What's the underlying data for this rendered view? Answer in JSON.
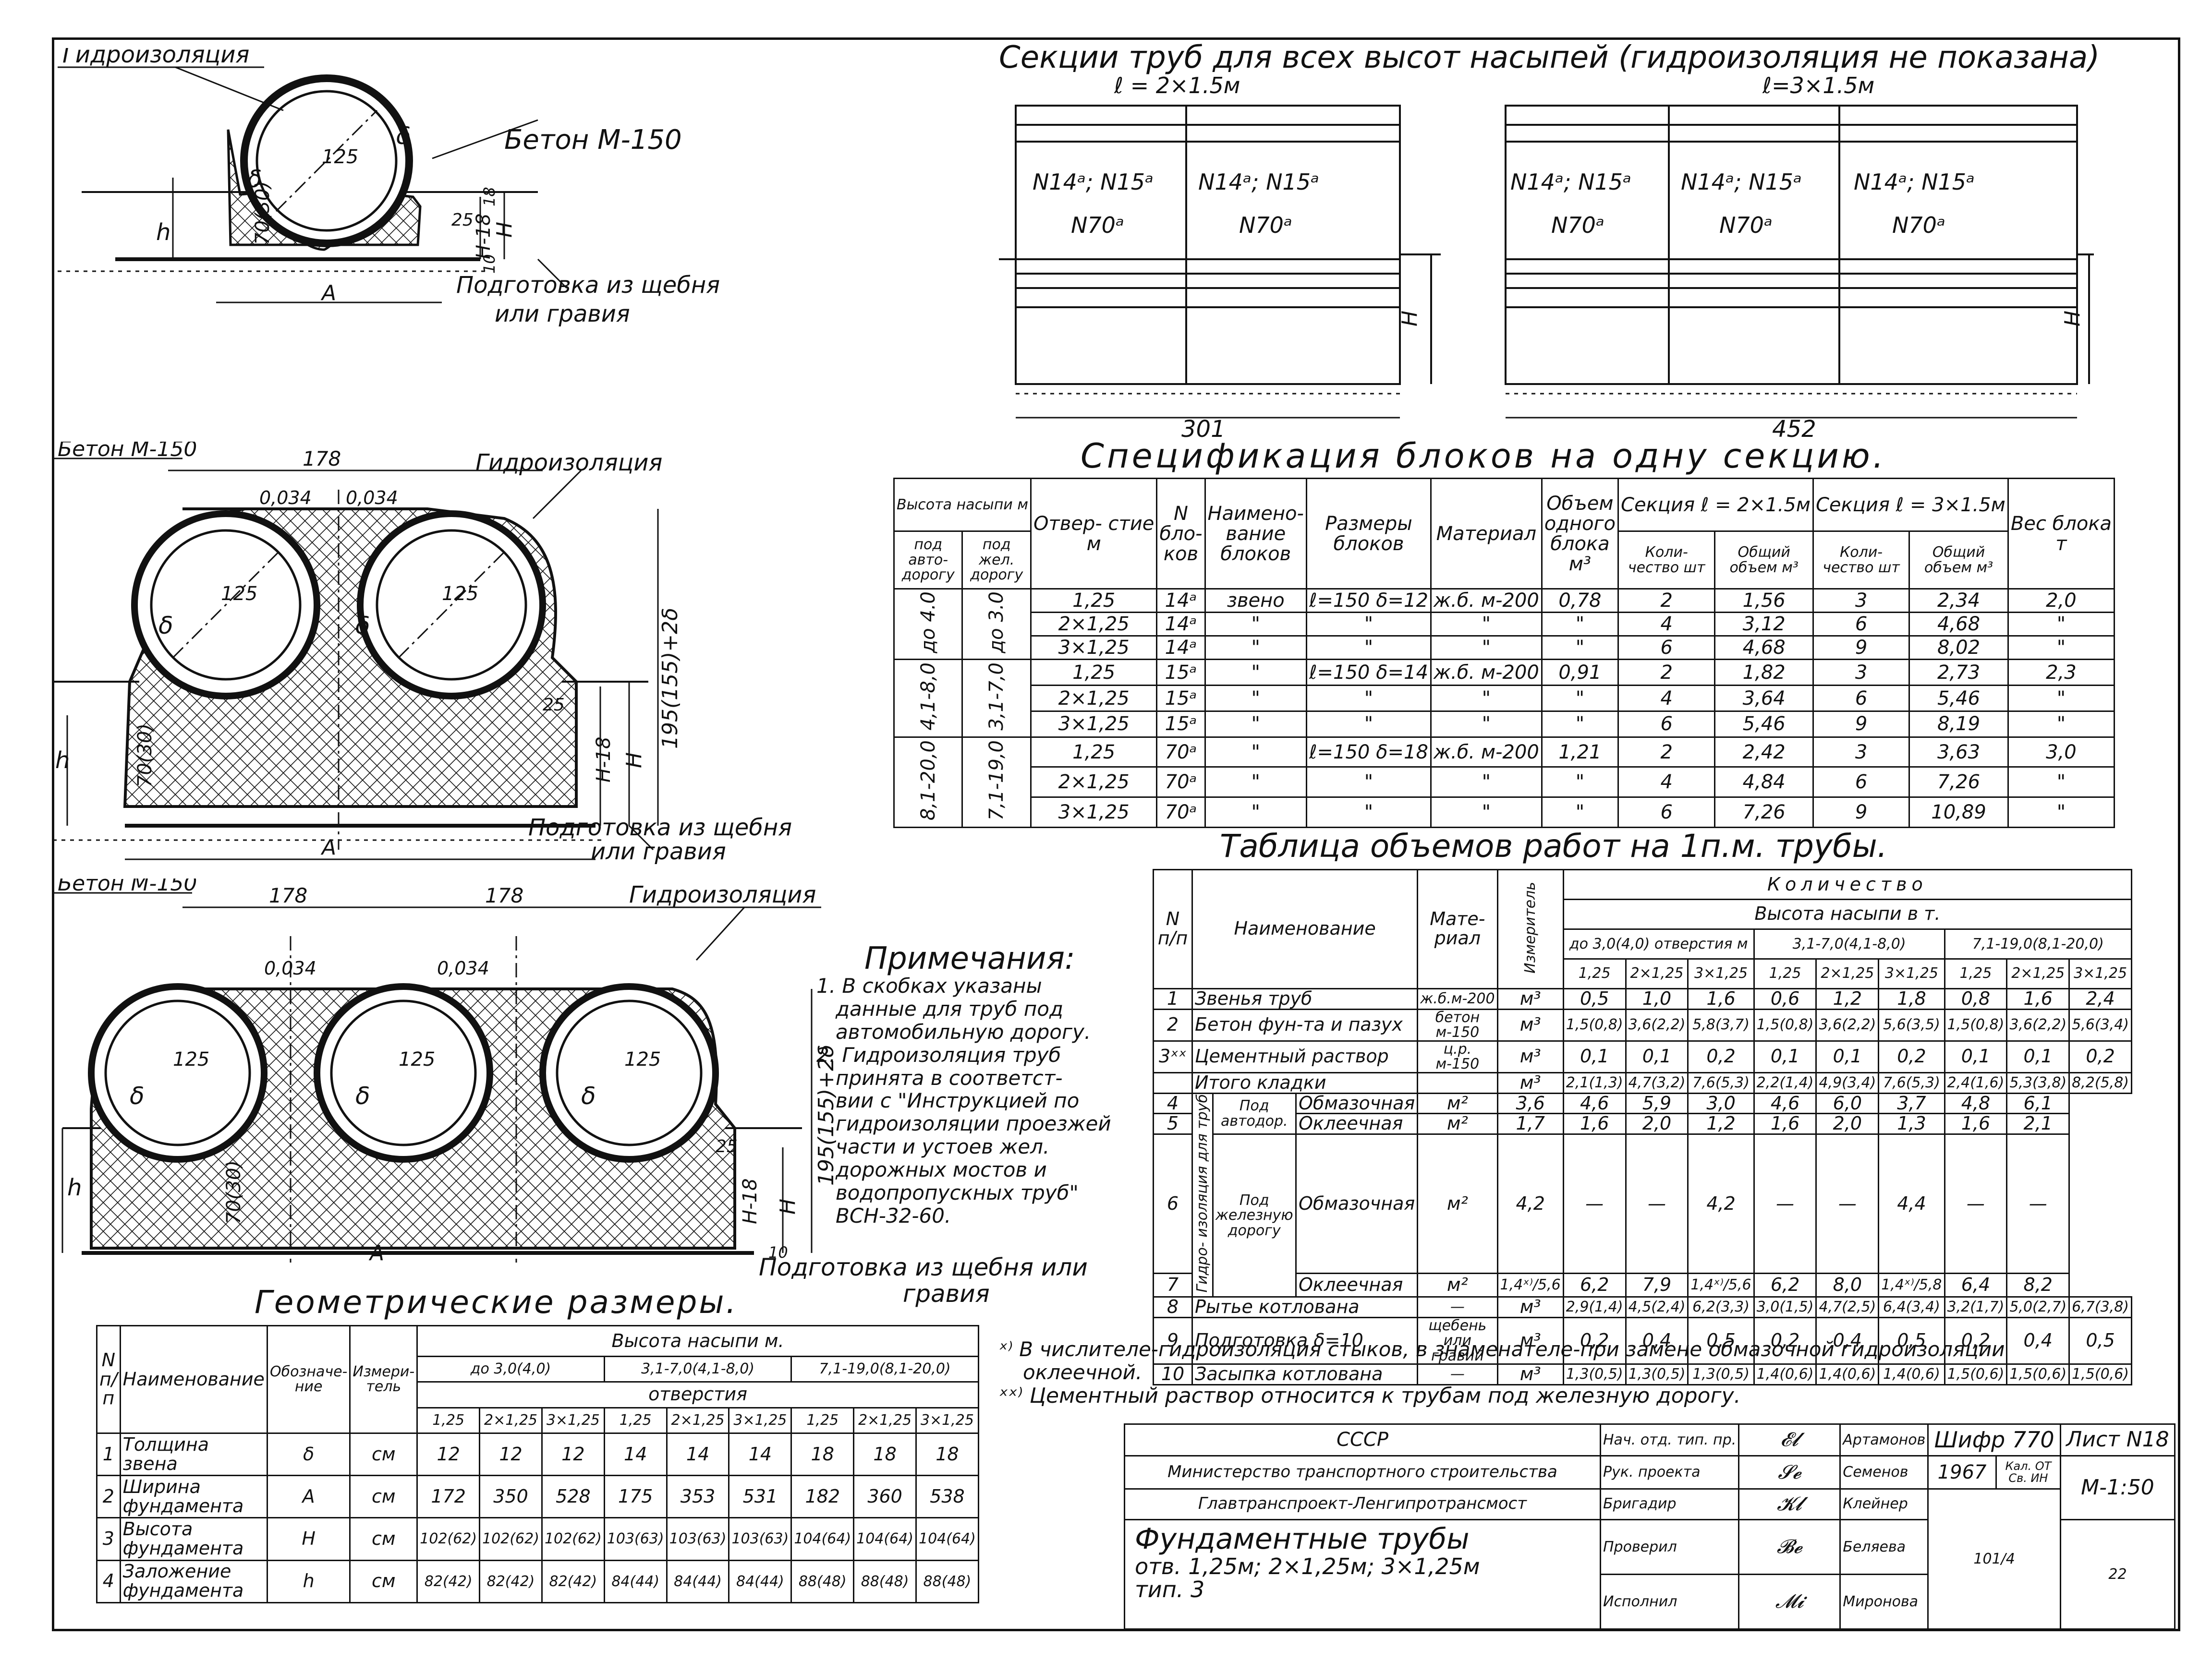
{
  "sections": {
    "title": "Секции труб для всех высот насыпей (гидроизоляция не показана)",
    "left": {
      "len": "ℓ = 2×1.5м",
      "c1a": "N14ᵃ; N15ᵃ",
      "c1b": "N70ᵃ",
      "c2a": "N14ᵃ; N15ᵃ",
      "c2b": "N70ᵃ",
      "width": "301",
      "h": "H"
    },
    "right": {
      "len": "ℓ=3×1.5м",
      "c1a": "N14ᵃ; N15ᵃ",
      "c1b": "N70ᵃ",
      "c2a": "N14ᵃ; N15ᵃ",
      "c2b": "N70ᵃ",
      "c3a": "N14ᵃ; N15ᵃ",
      "c3b": "N70ᵃ",
      "width": "452",
      "h": "H"
    }
  },
  "drawings": {
    "d1": {
      "hydro": "Гидроизоляция",
      "concrete": "Бетон М-150",
      "dia": "125",
      "delta": "δ",
      "d70": "70(30)",
      "h": "h",
      "H": "H",
      "H18": "H-18",
      "A": "A",
      "n25": "25",
      "n18": "18",
      "n10": "10",
      "prep1": "Подготовка из щебня",
      "prep2": "или гравия"
    },
    "d2": {
      "concrete": "Бетон М-150",
      "w178": "178",
      "hydro": "Гидроизоляция",
      "s1": "0,034",
      "s2": "0,034",
      "dia": "125",
      "delta": "δ",
      "vert": "195(155)+2δ",
      "d70": "70(30)",
      "h": "h",
      "H": "H",
      "H18": "H-18",
      "A": "A",
      "n25": "25",
      "prep1": "Подготовка из щебня",
      "prep2": "или гравия"
    },
    "d3": {
      "concrete": "Бетон М-150",
      "w1": "178",
      "w2": "178",
      "hydro": "Гидроизоляция",
      "s1": "0,034",
      "s2": "0,034",
      "dia": "125",
      "delta": "δ",
      "vert": "195(155)+2δ",
      "d70": "70(30)",
      "h": "h",
      "H": "H",
      "H18": "H-18",
      "A": "A",
      "n25": "25",
      "n10": "10",
      "prep1": "Подготовка из щебня или",
      "prep2": "гравия"
    }
  },
  "notes": {
    "title": "Примечания:",
    "lines": [
      "1. В скобках указаны",
      "данные для труб под",
      "автомобильную дорогу.",
      "2. Гидроизоляция труб",
      "принята в соответст-",
      "вии с \"Инструкцией по",
      "гидроизоляции проезжей",
      "части и устоев жел.",
      "дорожных мостов и",
      "водопропускных труб\"",
      "ВСН-32-60."
    ]
  },
  "spec": {
    "title": "Спецификация блоков на одну секцию.",
    "h": {
      "height": "Высота насыпи м",
      "auto": "под авто- дорогу",
      "rail": "под жел. дорогу",
      "hole": "Отвер- стие",
      "holeu": "м",
      "n": "N бло- ков",
      "name": "Наимено- вание блоков",
      "size": "Размеры блоков",
      "mat": "Материал",
      "vol": "Объем одного блока",
      "volu": "м³",
      "sec2": "Секция ℓ = 2×1.5м",
      "sec3": "Секция ℓ = 3×1.5м",
      "qty": "Коли- чество шт",
      "tot": "Общий объем м³",
      "w": "Вес блока",
      "wu": "т"
    },
    "groups": [
      {
        "auto": "до 4.0",
        "rail": "до 3.0",
        "rows": [
          [
            "1,25",
            "14ᵃ",
            "звено",
            "ℓ=150 δ=12",
            "ж.б. м-200",
            "0,78",
            "2",
            "1,56",
            "3",
            "2,34",
            "2,0"
          ],
          [
            "2×1,25",
            "14ᵃ",
            "\"",
            "\"",
            "\"",
            "\"",
            "4",
            "3,12",
            "6",
            "4,68",
            "\""
          ],
          [
            "3×1,25",
            "14ᵃ",
            "\"",
            "\"",
            "\"",
            "\"",
            "6",
            "4,68",
            "9",
            "8,02",
            "\""
          ]
        ]
      },
      {
        "auto": "4,1-8,0",
        "rail": "3,1-7,0",
        "rows": [
          [
            "1,25",
            "15ᵃ",
            "\"",
            "ℓ=150 δ=14",
            "ж.б. м-200",
            "0,91",
            "2",
            "1,82",
            "3",
            "2,73",
            "2,3"
          ],
          [
            "2×1,25",
            "15ᵃ",
            "\"",
            "\"",
            "\"",
            "\"",
            "4",
            "3,64",
            "6",
            "5,46",
            "\""
          ],
          [
            "3×1,25",
            "15ᵃ",
            "\"",
            "\"",
            "\"",
            "\"",
            "6",
            "5,46",
            "9",
            "8,19",
            "\""
          ]
        ]
      },
      {
        "auto": "8,1-20,0",
        "rail": "7,1-19,0",
        "rows": [
          [
            "1,25",
            "70ᵃ",
            "\"",
            "ℓ=150 δ=18",
            "ж.б. м-200",
            "1,21",
            "2",
            "2,42",
            "3",
            "3,63",
            "3,0"
          ],
          [
            "2×1,25",
            "70ᵃ",
            "\"",
            "\"",
            "\"",
            "\"",
            "4",
            "4,84",
            "6",
            "7,26",
            "\""
          ],
          [
            "3×1,25",
            "70ᵃ",
            "\"",
            "\"",
            "\"",
            "\"",
            "6",
            "7,26",
            "9",
            "10,89",
            "\""
          ]
        ]
      }
    ]
  },
  "volumes": {
    "title": "Таблица объемов работ на 1п.м. трубы.",
    "h": {
      "n": "N п/п",
      "name": "Наименование",
      "mat": "Мате- риал",
      "unit": "Измеритель",
      "qty": "Количество",
      "height": "Высота насыпи в т.",
      "g1": "до 3,0(4,0)",
      "g2": "3,1-7,0(4,1-8,0)",
      "g3": "7,1-19,0(8,1-20,0)",
      "holes": "отверстия м",
      "c": [
        "1,25",
        "2×1,25",
        "3×1,25",
        "1,25",
        "2×1,25",
        "3×1,25",
        "1,25",
        "2×1,25",
        "3×1,25"
      ]
    },
    "rows": [
      {
        "n": "1",
        "name": "Звенья труб",
        "mat": "ж.б.м-200",
        "u": "м³",
        "v": [
          "0,5",
          "1,0",
          "1,6",
          "0,6",
          "1,2",
          "1,8",
          "0,8",
          "1,6",
          "2,4"
        ]
      },
      {
        "n": "2",
        "name": "Бетон фун-та и пазух",
        "mat": "бетон м-150",
        "u": "м³",
        "v": [
          "1,5(0,8)",
          "3,6(2,2)",
          "5,8(3,7)",
          "1,5(0,8)",
          "3,6(2,2)",
          "5,6(3,5)",
          "1,5(0,8)",
          "3,6(2,2)",
          "5,6(3,4)"
        ]
      },
      {
        "n": "3ˣˣ",
        "name": "Цементный раствор",
        "mat": "ц.р. м-150",
        "u": "м³",
        "v": [
          "0,1",
          "0,1",
          "0,2",
          "0,1",
          "0,1",
          "0,2",
          "0,1",
          "0,1",
          "0,2"
        ]
      },
      {
        "n": "",
        "name": "Итого кладки",
        "mat": "",
        "u": "м³",
        "v": [
          "2,1(1,3)",
          "4,7(3,2)",
          "7,6(5,3)",
          "2,2(1,4)",
          "4,9(3,4)",
          "7,6(5,3)",
          "2,4(1,6)",
          "5,3(3,8)",
          "8,2(5,8)"
        ]
      },
      {
        "n": "4",
        "g": "Гидро- изоляция для труб",
        "sub": "Под автодор.",
        "name": "Обмазочная",
        "u": "м²",
        "v": [
          "3,6",
          "4,6",
          "5,9",
          "3,0",
          "4,6",
          "6,0",
          "3,7",
          "4,8",
          "6,1"
        ]
      },
      {
        "n": "5",
        "name": "Оклеечная",
        "u": "м²",
        "v": [
          "1,7",
          "1,6",
          "2,0",
          "1,2",
          "1,6",
          "2,0",
          "1,3",
          "1,6",
          "2,1"
        ]
      },
      {
        "n": "6",
        "sub": "Под железную дорогу",
        "name": "Обмазочная",
        "u": "м²",
        "v": [
          "4,2",
          "—",
          "—",
          "4,2",
          "—",
          "—",
          "4,4",
          "—",
          "—"
        ]
      },
      {
        "n": "7",
        "name": "Оклеечная",
        "u": "м²",
        "v": [
          "1,4ˣ⁾/5,6",
          "6,2",
          "7,9",
          "1,4ˣ⁾/5,6",
          "6,2",
          "8,0",
          "1,4ˣ⁾/5,8",
          "6,4",
          "8,2"
        ]
      },
      {
        "n": "8",
        "name": "Рытье котлована",
        "mat": "—",
        "u": "м³",
        "v": [
          "2,9(1,4)",
          "4,5(2,4)",
          "6,2(3,3)",
          "3,0(1,5)",
          "4,7(2,5)",
          "6,4(3,4)",
          "3,2(1,7)",
          "5,0(2,7)",
          "6,7(3,8)"
        ]
      },
      {
        "n": "9",
        "name": "Подготовка δ=10",
        "mat": "щебень или гравий",
        "u": "м³",
        "v": [
          "0,2",
          "0,4",
          "0,5",
          "0,2",
          "0,4",
          "0,5",
          "0,2",
          "0,4",
          "0,5"
        ]
      },
      {
        "n": "10",
        "name": "Засыпка котлована",
        "mat": "—",
        "u": "м³",
        "v": [
          "1,3(0,5)",
          "1,3(0,5)",
          "1,3(0,5)",
          "1,4(0,6)",
          "1,4(0,6)",
          "1,4(0,6)",
          "1,5(0,6)",
          "1,5(0,6)",
          "1,5(0,6)"
        ]
      }
    ],
    "fn1": "ˣ⁾ В числителе-гидроизоляция стыков, в знаменателе-при замене обмазочной гидроизоляции",
    "fn1b": "оклеечной.",
    "fn2": "ˣˣ⁾ Цементный раствор относится к трубам под железную дорогу."
  },
  "geom": {
    "title": "Геометрические размеры.",
    "h": {
      "n": "N п/п",
      "name": "Наименование",
      "sym": "Обозначе- ние",
      "unit": "Измери- тель",
      "height": "Высота насыпи м.",
      "g1": "до 3,0(4,0)",
      "g2": "3,1-7,0(4,1-8,0)",
      "g3": "7,1-19,0(8,1-20,0)",
      "holes": "отверстия",
      "c": [
        "1,25",
        "2×1,25",
        "3×1,25",
        "1,25",
        "2×1,25",
        "3×1,25",
        "1,25",
        "2×1,25",
        "3×1,25"
      ]
    },
    "rows": [
      {
        "n": "1",
        "name": "Толщина звена",
        "sym": "δ",
        "u": "см",
        "v": [
          "12",
          "12",
          "12",
          "14",
          "14",
          "14",
          "18",
          "18",
          "18"
        ]
      },
      {
        "n": "2",
        "name": "Ширина фундамента",
        "sym": "A",
        "u": "см",
        "v": [
          "172",
          "350",
          "528",
          "175",
          "353",
          "531",
          "182",
          "360",
          "538"
        ]
      },
      {
        "n": "3",
        "name": "Высота фундамента",
        "sym": "H",
        "u": "см",
        "v": [
          "102(62)",
          "102(62)",
          "102(62)",
          "103(63)",
          "103(63)",
          "103(63)",
          "104(64)",
          "104(64)",
          "104(64)"
        ]
      },
      {
        "n": "4",
        "name": "Заложение фундамента",
        "sym": "h",
        "u": "см",
        "v": [
          "82(42)",
          "82(42)",
          "82(42)",
          "84(44)",
          "84(44)",
          "84(44)",
          "88(48)",
          "88(48)",
          "88(48)"
        ]
      }
    ]
  },
  "stamp": {
    "org1": "СССР",
    "org2": "Министерство транспортного строительства",
    "org3": "Главтранспроект-Ленгипротрансмост",
    "t1": "Фундаментные трубы",
    "t2": "отв. 1,25м;  2×1,25м;  3×1,25м",
    "t3": "тип. 3",
    "roles": [
      "Нач. отд. тип. пр.",
      "Рук. проекта",
      "Бригадир",
      "Проверил",
      "Исполнил"
    ],
    "names": [
      "Артамонов",
      "Семенов",
      "Клейнер",
      "Беляева",
      "Миронова"
    ],
    "shifr": "Шифр 770",
    "list": "Лист N18",
    "year": "1967",
    "scale": "М-1:50",
    "num": "101/4",
    "sheet": "22"
  }
}
